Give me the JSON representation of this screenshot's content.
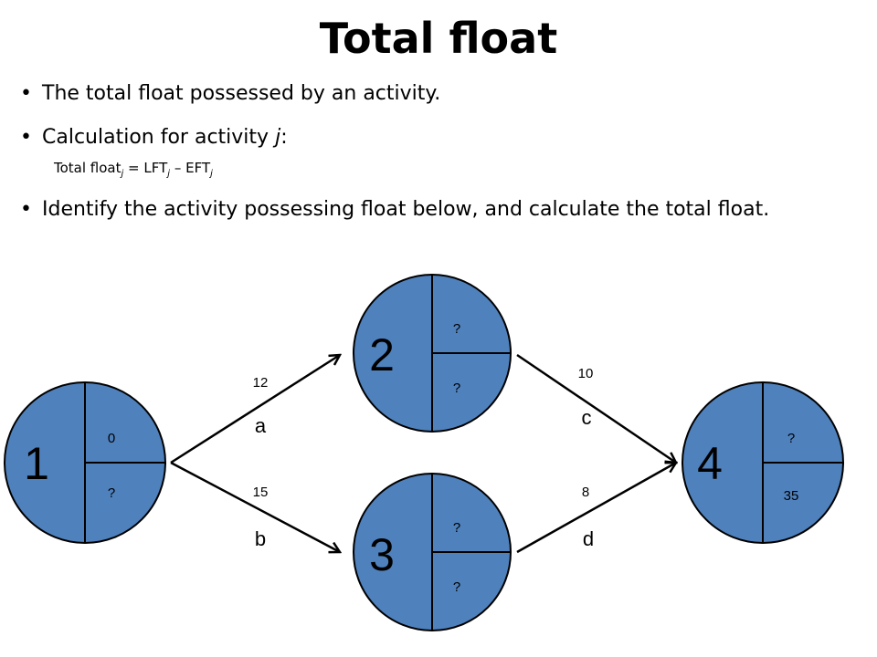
{
  "title": "Total float",
  "bullets": {
    "b1": "The total float possessed by an activity.",
    "b2_text": "Calculation for activity ",
    "b2_var": "j",
    "b2_end": ":",
    "formula": {
      "left": "Total float",
      "left_sub": "j",
      "mid": " = LFT",
      "mid_sub": "j",
      "right": " – EFT",
      "right_sub": "j"
    },
    "b3": "Identify the activity possessing float below, and calculate the total float."
  },
  "nodes": [
    {
      "id": "1",
      "top": "0",
      "bottom": "?"
    },
    {
      "id": "2",
      "top": "?",
      "bottom": "?"
    },
    {
      "id": "3",
      "top": "?",
      "bottom": "?"
    },
    {
      "id": "4",
      "top": "?",
      "bottom": "35"
    }
  ],
  "activities": [
    {
      "name": "a",
      "duration": "12"
    },
    {
      "name": "b",
      "duration": "15"
    },
    {
      "name": "c",
      "duration": "10"
    },
    {
      "name": "d",
      "duration": "8"
    }
  ],
  "colors": {
    "node_fill": "#4f81bd",
    "stroke": "#000000"
  }
}
